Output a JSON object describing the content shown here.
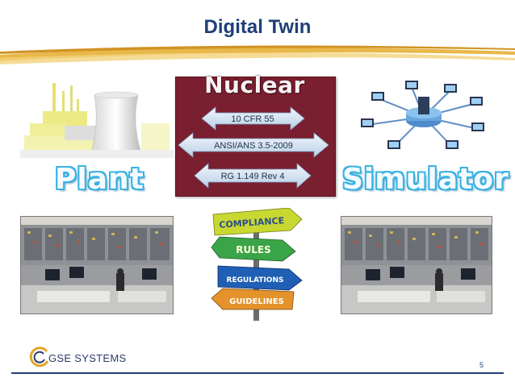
{
  "slide": {
    "title": "Digital Twin",
    "page_number": "5"
  },
  "nuclear": {
    "heading": "Nuclear",
    "arrows": [
      "10 CFR 55",
      "ANSI/ANS 3.5-2009",
      "RG 1.149 Rev 4"
    ]
  },
  "labels": {
    "left": "Plant",
    "right": "Simulator"
  },
  "signpost": {
    "signs": [
      "COMPLIANCE",
      "RULES",
      "REGULATIONS",
      "GUIDELINES"
    ]
  },
  "logo": {
    "text": "GSE SYSTEMS"
  },
  "colors": {
    "title": "#1f3f78",
    "accent_gold": "#e3a52a",
    "nuclear_bg": "#7a1f30",
    "big_word_outline": "#39b2e2"
  }
}
